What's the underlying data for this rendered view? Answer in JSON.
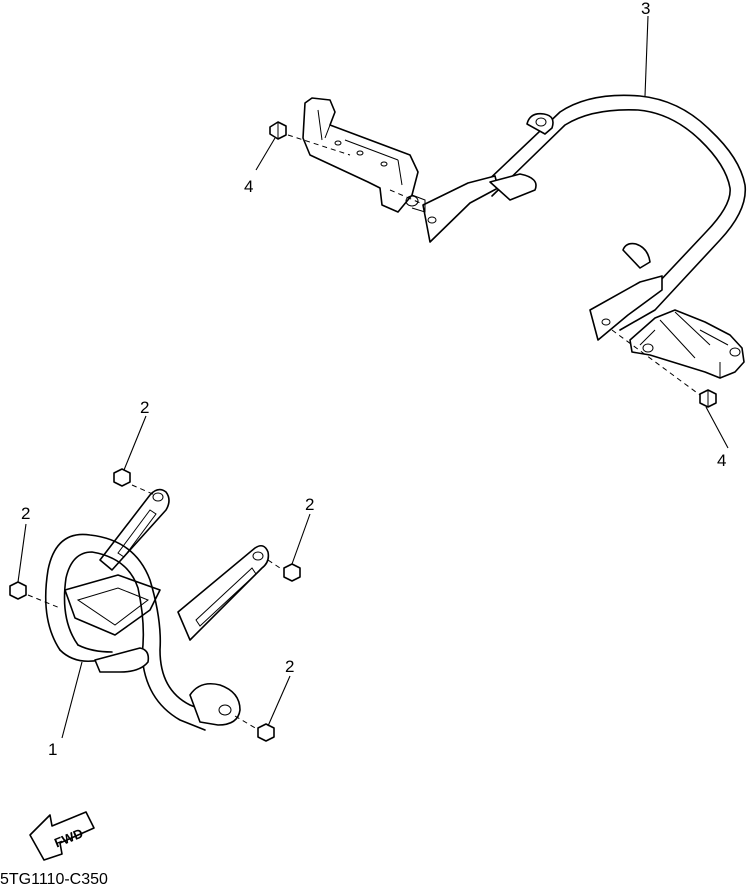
{
  "callouts": {
    "guard_front": "1",
    "bolt_front_top": "2",
    "bolt_front_left": "2",
    "bolt_front_right": "2",
    "bolt_front_bottom": "2",
    "guard_rear": "3",
    "bolt_rear_left": "4",
    "bolt_rear_right": "4"
  },
  "direction_label": "FWD",
  "diagram_code": "5TG1110-C350"
}
